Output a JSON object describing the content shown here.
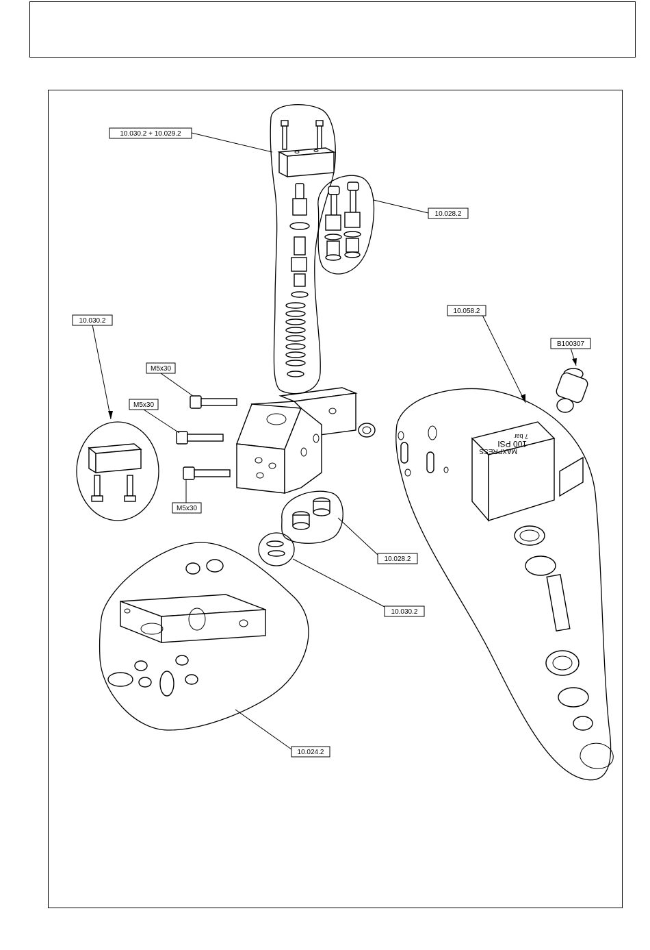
{
  "header": {
    "title": ""
  },
  "callouts": [
    {
      "id": "kit-top",
      "text": "10.030.2 + 10.029.2"
    },
    {
      "id": "valves-right",
      "text": "10.028.2"
    },
    {
      "id": "kit-left",
      "text": "10.030.2"
    },
    {
      "id": "regulator-kit",
      "text": "10.058.2"
    },
    {
      "id": "fitting",
      "text": "B100307"
    },
    {
      "id": "screw-1",
      "text": "M5x30"
    },
    {
      "id": "screw-2",
      "text": "M5x30"
    },
    {
      "id": "screw-3",
      "text": "M5x30"
    },
    {
      "id": "caps",
      "text": "10.028.2"
    },
    {
      "id": "seals",
      "text": "10.030.2"
    },
    {
      "id": "base-kit",
      "text": "10.024.2"
    }
  ],
  "gauge_label": {
    "brand": "MAXPRESS",
    "value": "100 PSI",
    "unit": "7 bar"
  }
}
